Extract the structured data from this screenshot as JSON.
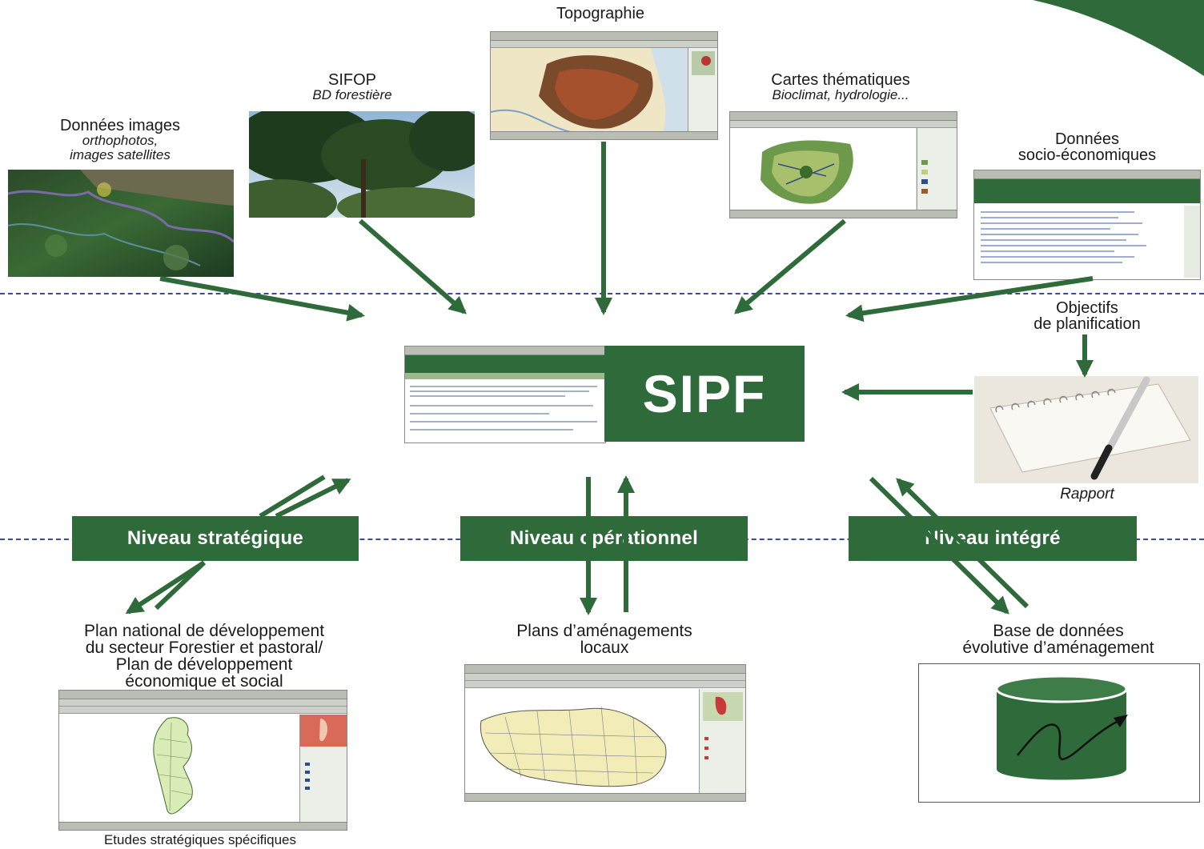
{
  "corner_color": "#2f6b3a",
  "accent_color": "#2f6b3a",
  "dash_color": "#3b4b9a",
  "sources": {
    "images": {
      "title": "Données images",
      "subtitle_1": "orthophotos,",
      "subtitle_2": "images satellites"
    },
    "sifop": {
      "title": "SIFOP",
      "subtitle": "BD forestière"
    },
    "topo": {
      "title": "Topographie"
    },
    "thematic": {
      "title": "Cartes thématiques",
      "subtitle": "Bioclimat, hydrologie..."
    },
    "socio": {
      "title_1": "Données",
      "title_2": "socio-économiques"
    }
  },
  "center": {
    "label": "SIPF"
  },
  "planning": {
    "title_1": "Objectifs",
    "title_2": "de planification",
    "report_caption": "Rapport"
  },
  "levels": {
    "strategic": "Niveau stratégique",
    "operational": "Niveau opérationnel",
    "integrated": "Niveau intégré"
  },
  "outputs": {
    "national_plan": {
      "line_1": "Plan national de développement",
      "line_2": "du secteur Forestier et pastoral/",
      "line_3": "Plan de développement",
      "line_4": "économique et social",
      "caption": "Etudes stratégiques spécifiques"
    },
    "local_plans": {
      "line_1": "Plans d’aménagements",
      "line_2": "locaux"
    },
    "database": {
      "line_1": "Base de données",
      "line_2": "évolutive d’aménagement"
    }
  }
}
